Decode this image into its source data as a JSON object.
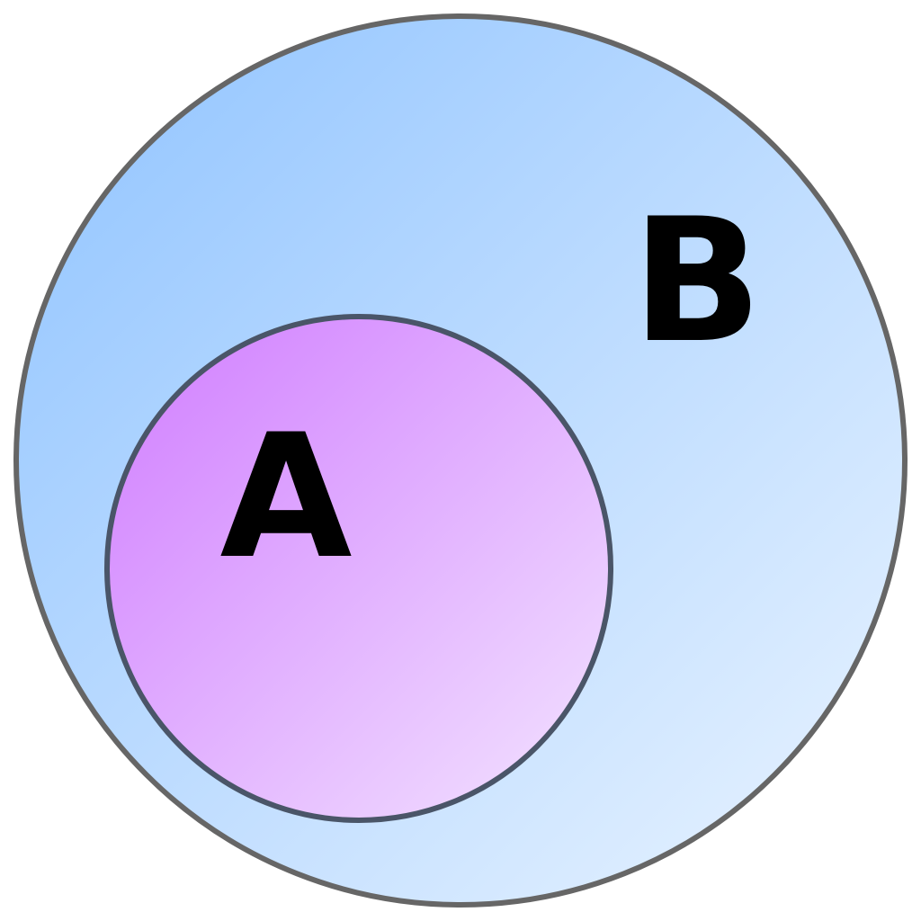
{
  "diagram": {
    "type": "venn-subset",
    "sets": {
      "outer": {
        "label": "B",
        "fill_start": "#8fc3ff",
        "fill_end": "#eaf4ff",
        "stroke": "#666666"
      },
      "inner": {
        "label": "A",
        "fill_start": "#d07cff",
        "fill_end": "#f3e4ff",
        "stroke": "#4a5568"
      }
    }
  }
}
